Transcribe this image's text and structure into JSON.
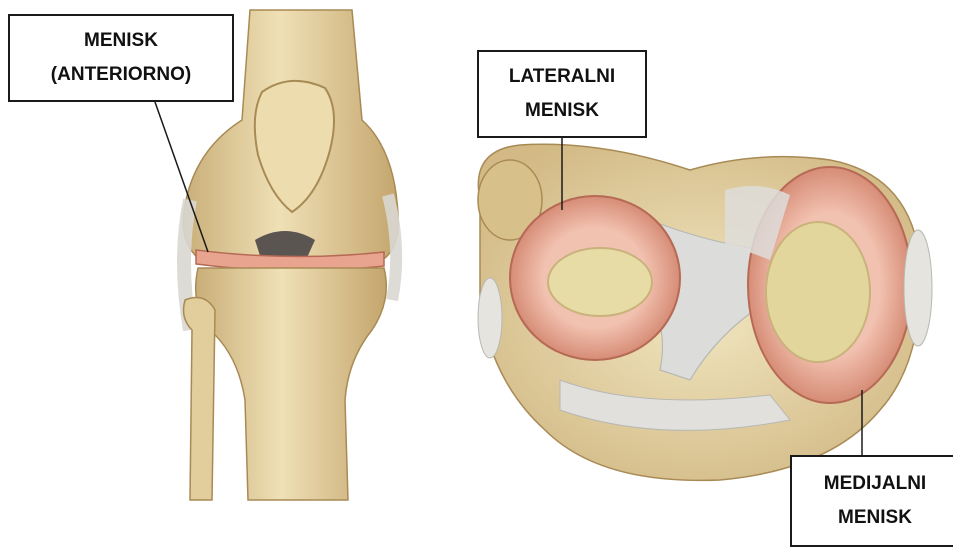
{
  "labels": {
    "anterior": {
      "line1": "MENISK",
      "line2": "(ANTERIORNO)"
    },
    "lateral": {
      "line1": "LATERALNI",
      "line2": "MENISK"
    },
    "medial": {
      "line1": "MEDIJALNI",
      "line2": "MENISK"
    }
  },
  "colors": {
    "bone": "#e6d3a3",
    "bone_shadow": "#b99a62",
    "meniscus": "#e39a86",
    "meniscus_dark": "#c8735f",
    "ligament": "#d8d8d6",
    "cartilage": "#e9dfab",
    "leader_line": "#1a1a1a"
  }
}
